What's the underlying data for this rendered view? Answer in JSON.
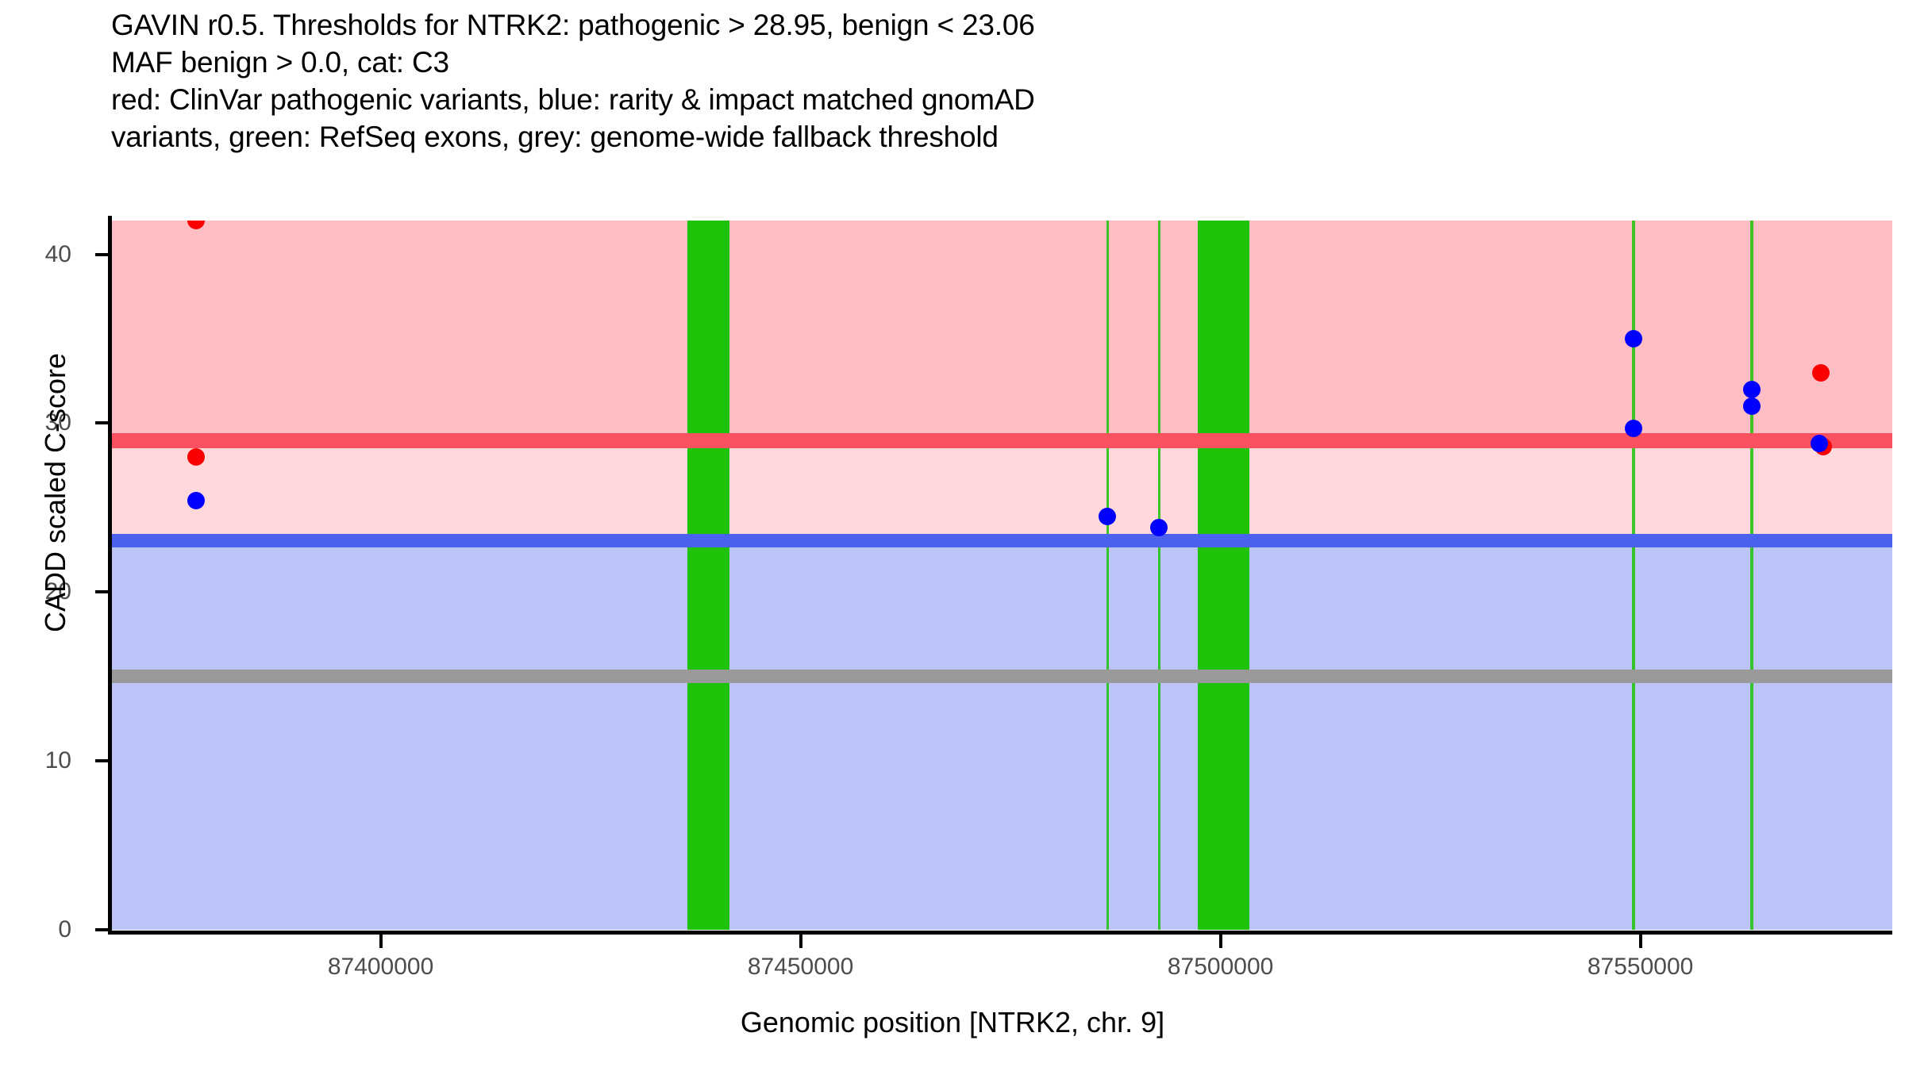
{
  "title": {
    "lines": [
      "GAVIN r0.5. Thresholds for NTRK2: pathogenic > 28.95, benign < 23.06",
      "MAF benign > 0.0, cat: C3",
      "red: ClinVar pathogenic variants, blue: rarity & impact matched gnomAD",
      "variants, green: RefSeq exons, grey: genome-wide fallback threshold"
    ]
  },
  "legend_description": {
    "red": "ClinVar pathogenic variants",
    "blue": "rarity & impact matched gnomAD variants",
    "green": "RefSeq exons",
    "grey": "genome-wide fallback threshold"
  },
  "gene": "NTRK2",
  "chromosome": "9",
  "gavin_release": "r0.5",
  "maf_benign": "0.0",
  "category": "C3",
  "colors": {
    "pathogenic_point": "#fa0000",
    "benign_point": "#0000ff",
    "pathogenic_rule": "#fa5160",
    "benign_rule": "#4a62ee",
    "fallback_rule": "#9a9a9a",
    "exon": "#1ec208",
    "pathogenic_field": "#ffbdc4",
    "ambiguous_field": "#ffd8dc",
    "benign_field": "#bcc3f7"
  },
  "chart_data": {
    "type": "scatter",
    "title": "GAVIN r0.5. Thresholds for NTRK2: pathogenic > 28.95, benign < 23.06",
    "xlabel": "Genomic position [NTRK2, chr. 9]",
    "ylabel": "CADD scaled C-score",
    "xlim": [
      87368000,
      87580000
    ],
    "ylim": [
      0,
      42
    ],
    "xticks": [
      87400000,
      87450000,
      87500000,
      87550000
    ],
    "xticklabels": [
      "87400000",
      "87450000",
      "87500000",
      "87550000"
    ],
    "yticks": [
      0,
      10,
      20,
      30,
      40
    ],
    "yticklabels": [
      "0",
      "10",
      "20",
      "30",
      "40"
    ],
    "grid": false,
    "legend_position": "none",
    "thresholds": {
      "pathogenic": 28.95,
      "benign": 23.06,
      "genome_wide_fallback": 15.0
    },
    "series": [
      {
        "name": "ClinVar pathogenic variants",
        "color": "#fa0000",
        "points": [
          {
            "x": 87378000,
            "y": 42.0
          },
          {
            "x": 87378000,
            "y": 28.0
          },
          {
            "x": 87571500,
            "y": 33.0
          },
          {
            "x": 87571800,
            "y": 28.6
          }
        ]
      },
      {
        "name": "rarity & impact matched gnomAD variants",
        "color": "#0000ff",
        "points": [
          {
            "x": 87378000,
            "y": 25.4
          },
          {
            "x": 87486500,
            "y": 24.5
          },
          {
            "x": 87492700,
            "y": 23.8
          },
          {
            "x": 87549200,
            "y": 35.0
          },
          {
            "x": 87549200,
            "y": 29.7
          },
          {
            "x": 87563300,
            "y": 32.0
          },
          {
            "x": 87563300,
            "y": 31.0
          },
          {
            "x": 87571300,
            "y": 28.8
          }
        ]
      }
    ],
    "exons": [
      {
        "start": 87436500,
        "end": 87441500
      },
      {
        "start": 87486400,
        "end": 87486700
      },
      {
        "start": 87492600,
        "end": 87492900
      },
      {
        "start": 87497300,
        "end": 87503400
      },
      {
        "start": 87549000,
        "end": 87549400
      },
      {
        "start": 87563100,
        "end": 87563500
      }
    ]
  }
}
